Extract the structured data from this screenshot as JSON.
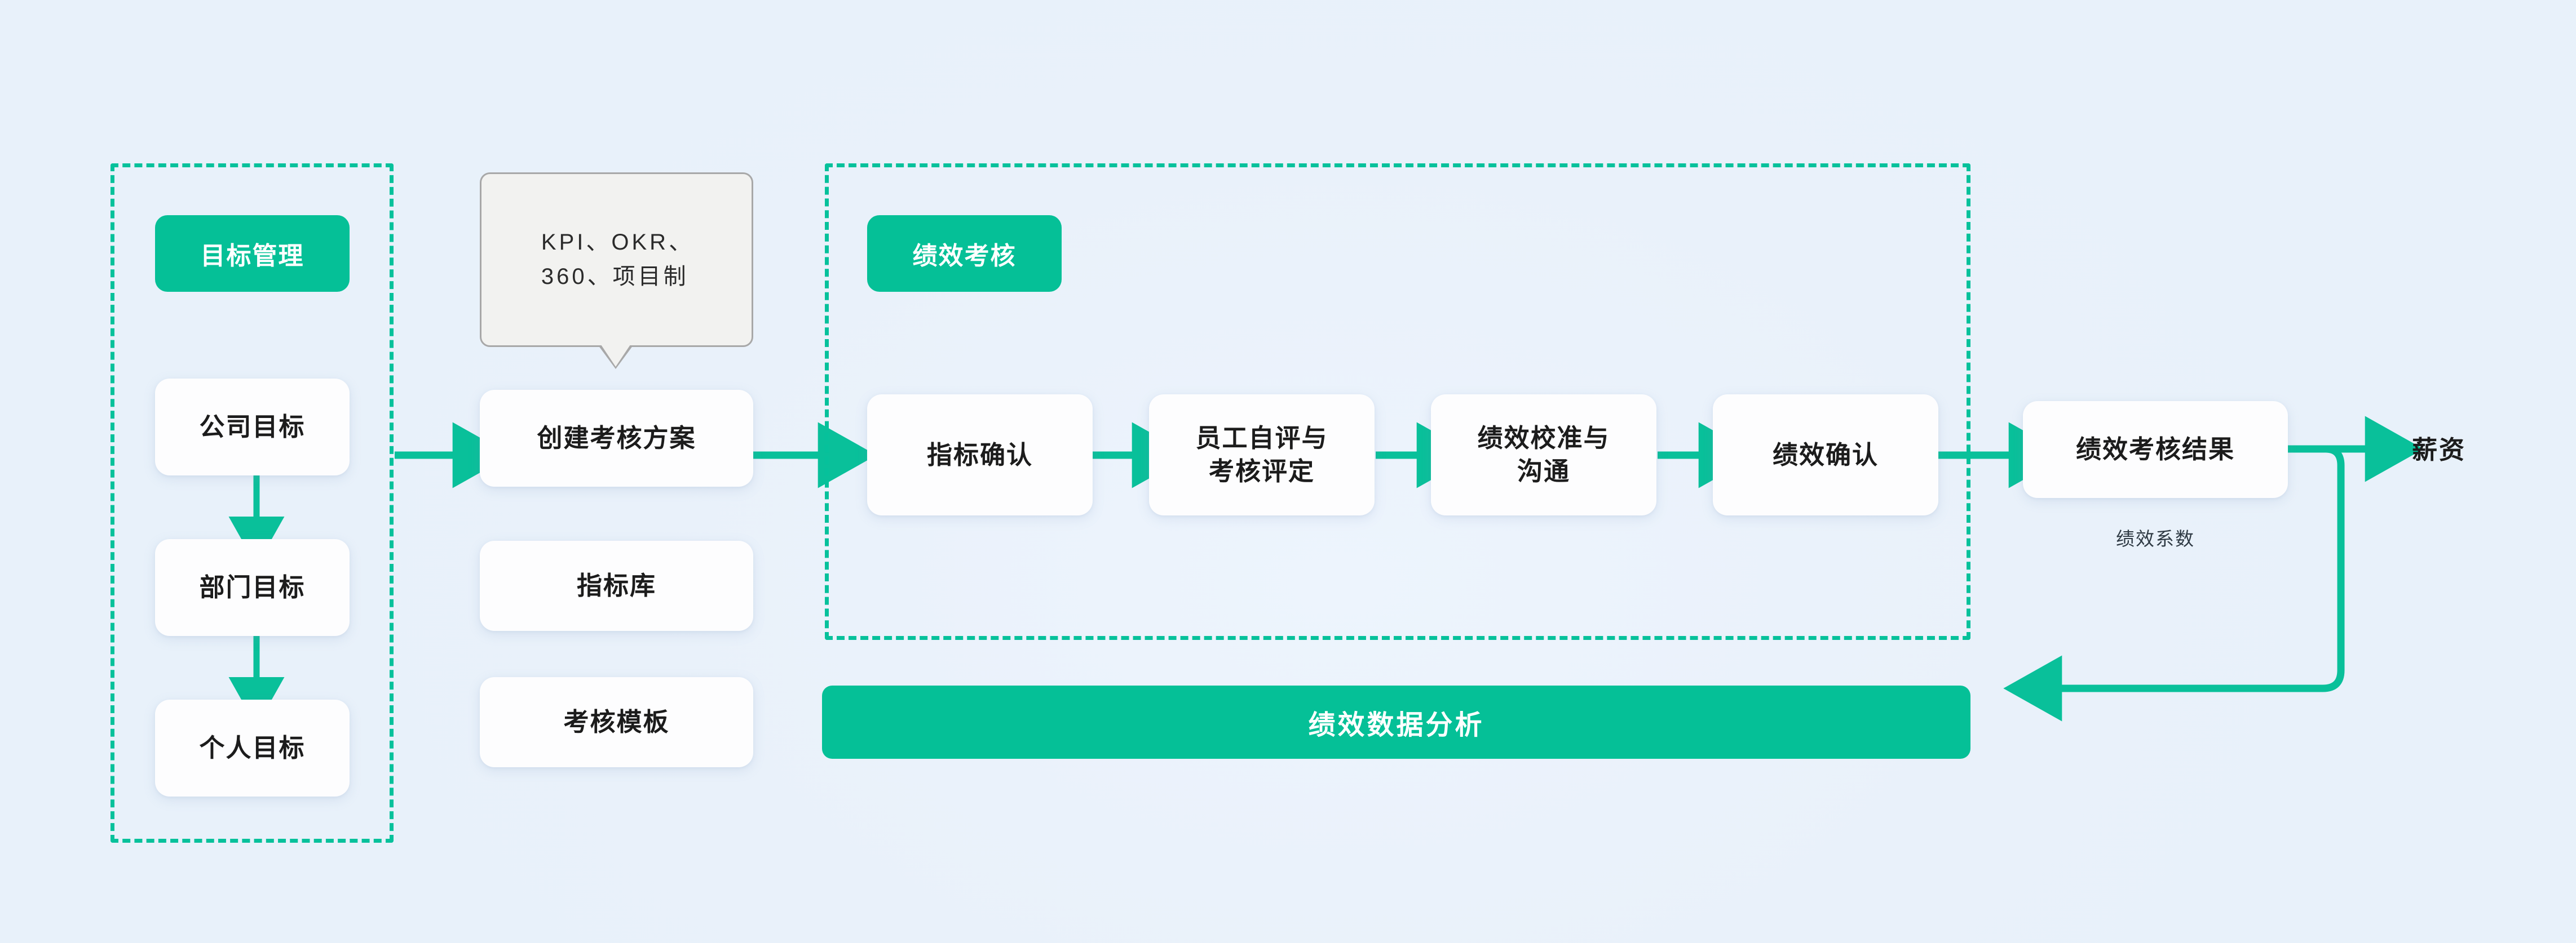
{
  "theme": {
    "accent": "#05c097",
    "accent_dark": "#06c19b",
    "background": "#eaf2fb",
    "card_bg": "#fdfdfe",
    "text": "#1c1c1c",
    "callout_bg": "#f2f2f0",
    "callout_border": "#a8a8a8"
  },
  "groups": {
    "goal_management": {
      "title": "目标管理"
    },
    "performance_review": {
      "title": "绩效考核"
    }
  },
  "goal_cards": [
    {
      "label": "公司目标"
    },
    {
      "label": "部门目标"
    },
    {
      "label": "个人目标"
    }
  ],
  "callout": {
    "line1": "KPI、OKR、",
    "line2": "360、项目制"
  },
  "plan_cards": [
    {
      "label": "创建考核方案"
    },
    {
      "label": "指标库"
    },
    {
      "label": "考核模板"
    }
  ],
  "process_steps": [
    {
      "label": "指标确认"
    },
    {
      "label": "员工自评与\n考核评定"
    },
    {
      "label": "绩效校准与\n沟通"
    },
    {
      "label": "绩效确认"
    }
  ],
  "result": {
    "label": "绩效考核结果",
    "caption": "绩效系数"
  },
  "salary": {
    "label": "薪资"
  },
  "analysis_banner": {
    "label": "绩效数据分析"
  }
}
